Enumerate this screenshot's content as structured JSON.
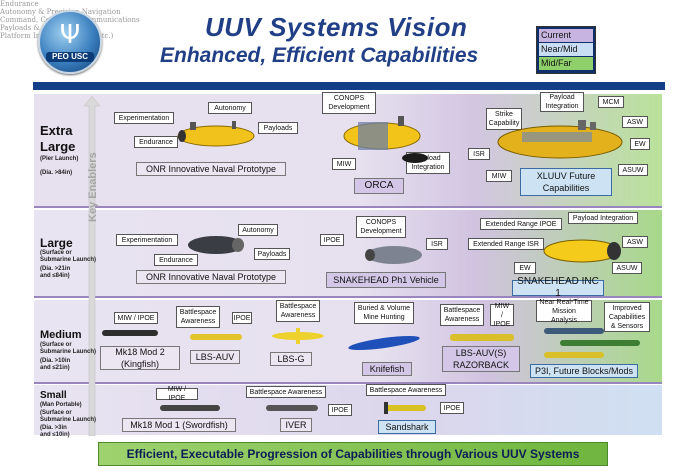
{
  "logo": {
    "text": "PEO USC",
    "icon": "trident-icon"
  },
  "title": {
    "line1": "UUV Systems Vision",
    "line2": "Enhanced, Efficient Capabilities"
  },
  "legend": [
    {
      "label": "Current",
      "color": "#c7b4e0"
    },
    {
      "label": "Near/Mid",
      "color": "#c9def2"
    },
    {
      "label": "Mid/Far",
      "color": "#8fd06a"
    }
  ],
  "axis_label": "Key Enablers",
  "enablers": [
    "Endurance",
    "Autonomy & Precision Navigation",
    "Command, Control, & Communications",
    "Payloads & Sensors",
    "Platform Integration (LRR, etc.)"
  ],
  "rows": {
    "extra_large": {
      "name1": "Extra",
      "name2": "Large",
      "sub1": "(Pier Launch)",
      "sub2": "(Dia. >84in)",
      "boxes": [
        "Experimentation",
        "Autonomy",
        "Endurance",
        "Payloads",
        "CONOPS Development",
        "MIW",
        "Payload Integration",
        "Strike Capability",
        "ISR",
        "MIW",
        "Payload Integration",
        "MCM",
        "ASW",
        "EW",
        "ASUW"
      ],
      "plates": [
        "ONR Innovative Naval Prototype",
        "ORCA",
        "XLUUV Future Capabilities"
      ]
    },
    "large": {
      "name": "Large",
      "sub1": "(Surface or",
      "sub2": "Submarine Launch)",
      "sub3": "(Dia. >21in",
      "sub4": "and ≤84in)",
      "boxes": [
        "Experimentation",
        "Autonomy",
        "Endurance",
        "Payloads",
        "IPOE",
        "CONOPS Development",
        "ISR",
        "Extended Range IPOE",
        "Payload Integration",
        "Extended Range ISR",
        "ASW",
        "EW",
        "ASUW"
      ],
      "plates": [
        "ONR Innovative Naval Prototype",
        "SNAKEHEAD Ph1 Vehicle",
        "SNAKEHEAD INC 1"
      ]
    },
    "medium": {
      "name": "Medium",
      "sub1": "(Surface or",
      "sub2": "Submarine Launch)",
      "sub3": "(Dia. >10in",
      "sub4": "and ≤21in)",
      "boxes": [
        "MIW / IPOE",
        "Battlespace Awareness",
        "IPOE",
        "Battlespace Awareness",
        "Buried & Volume Mine Hunting",
        "Battlespace Awareness",
        "MIW / IPOE",
        "Near Real-Time Mission Analysis",
        "Improved Capabilities & Sensors"
      ],
      "plates": [
        "Mk18 Mod 2 (Kingfish)",
        "LBS-AUV",
        "LBS-G",
        "Knifefish",
        "LBS-AUV(S) RAZORBACK",
        "P3I, Future Blocks/Mods"
      ]
    },
    "small": {
      "name": "Small",
      "sub1": "(Man Portable)",
      "sub2": "(Surface or",
      "sub3": "Submarine Launch)",
      "sub4": "(Dia. >3in",
      "sub5": "and ≤10in)",
      "boxes": [
        "MIW / IPOE",
        "Battlespace Awareness",
        "IPOE",
        "Battlespace Awareness",
        "IPOE"
      ],
      "plates": [
        "Mk18 Mod 1 (Swordfish)",
        "IVER",
        "Sandshark"
      ]
    }
  },
  "footer": "Efficient, Executable Progression of Capabilities through Various UUV Systems"
}
